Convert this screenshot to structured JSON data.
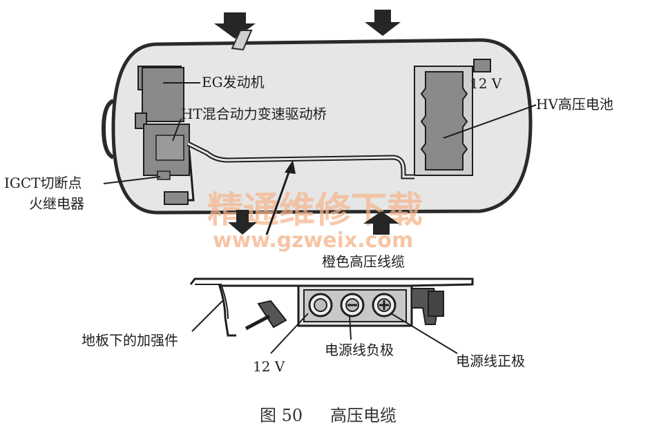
{
  "labels": {
    "eg_engine": "EG发动机",
    "ht_transaxle": "HT混合动力变速驱动桥",
    "igct_line1": "IGCT切断点",
    "igct_line2": "火继电器",
    "twelve_v_top": "12 V",
    "hv_battery": "HV高压电池",
    "orange_cable": "橙色高压线缆",
    "floor_reinforcement": "地板下的加强件",
    "twelve_v_bottom": "12 V",
    "negative_terminal": "电源线负极",
    "positive_terminal": "电源线正极"
  },
  "watermark": {
    "chinese": "精通维修下载",
    "url": "www.gzweix.com"
  },
  "caption": {
    "number": "图 50",
    "title": "高压电缆"
  },
  "colors": {
    "component_fill": "#8a8a8a",
    "body_fill": "#e6e6e6",
    "watermark": "#f6b58c"
  }
}
